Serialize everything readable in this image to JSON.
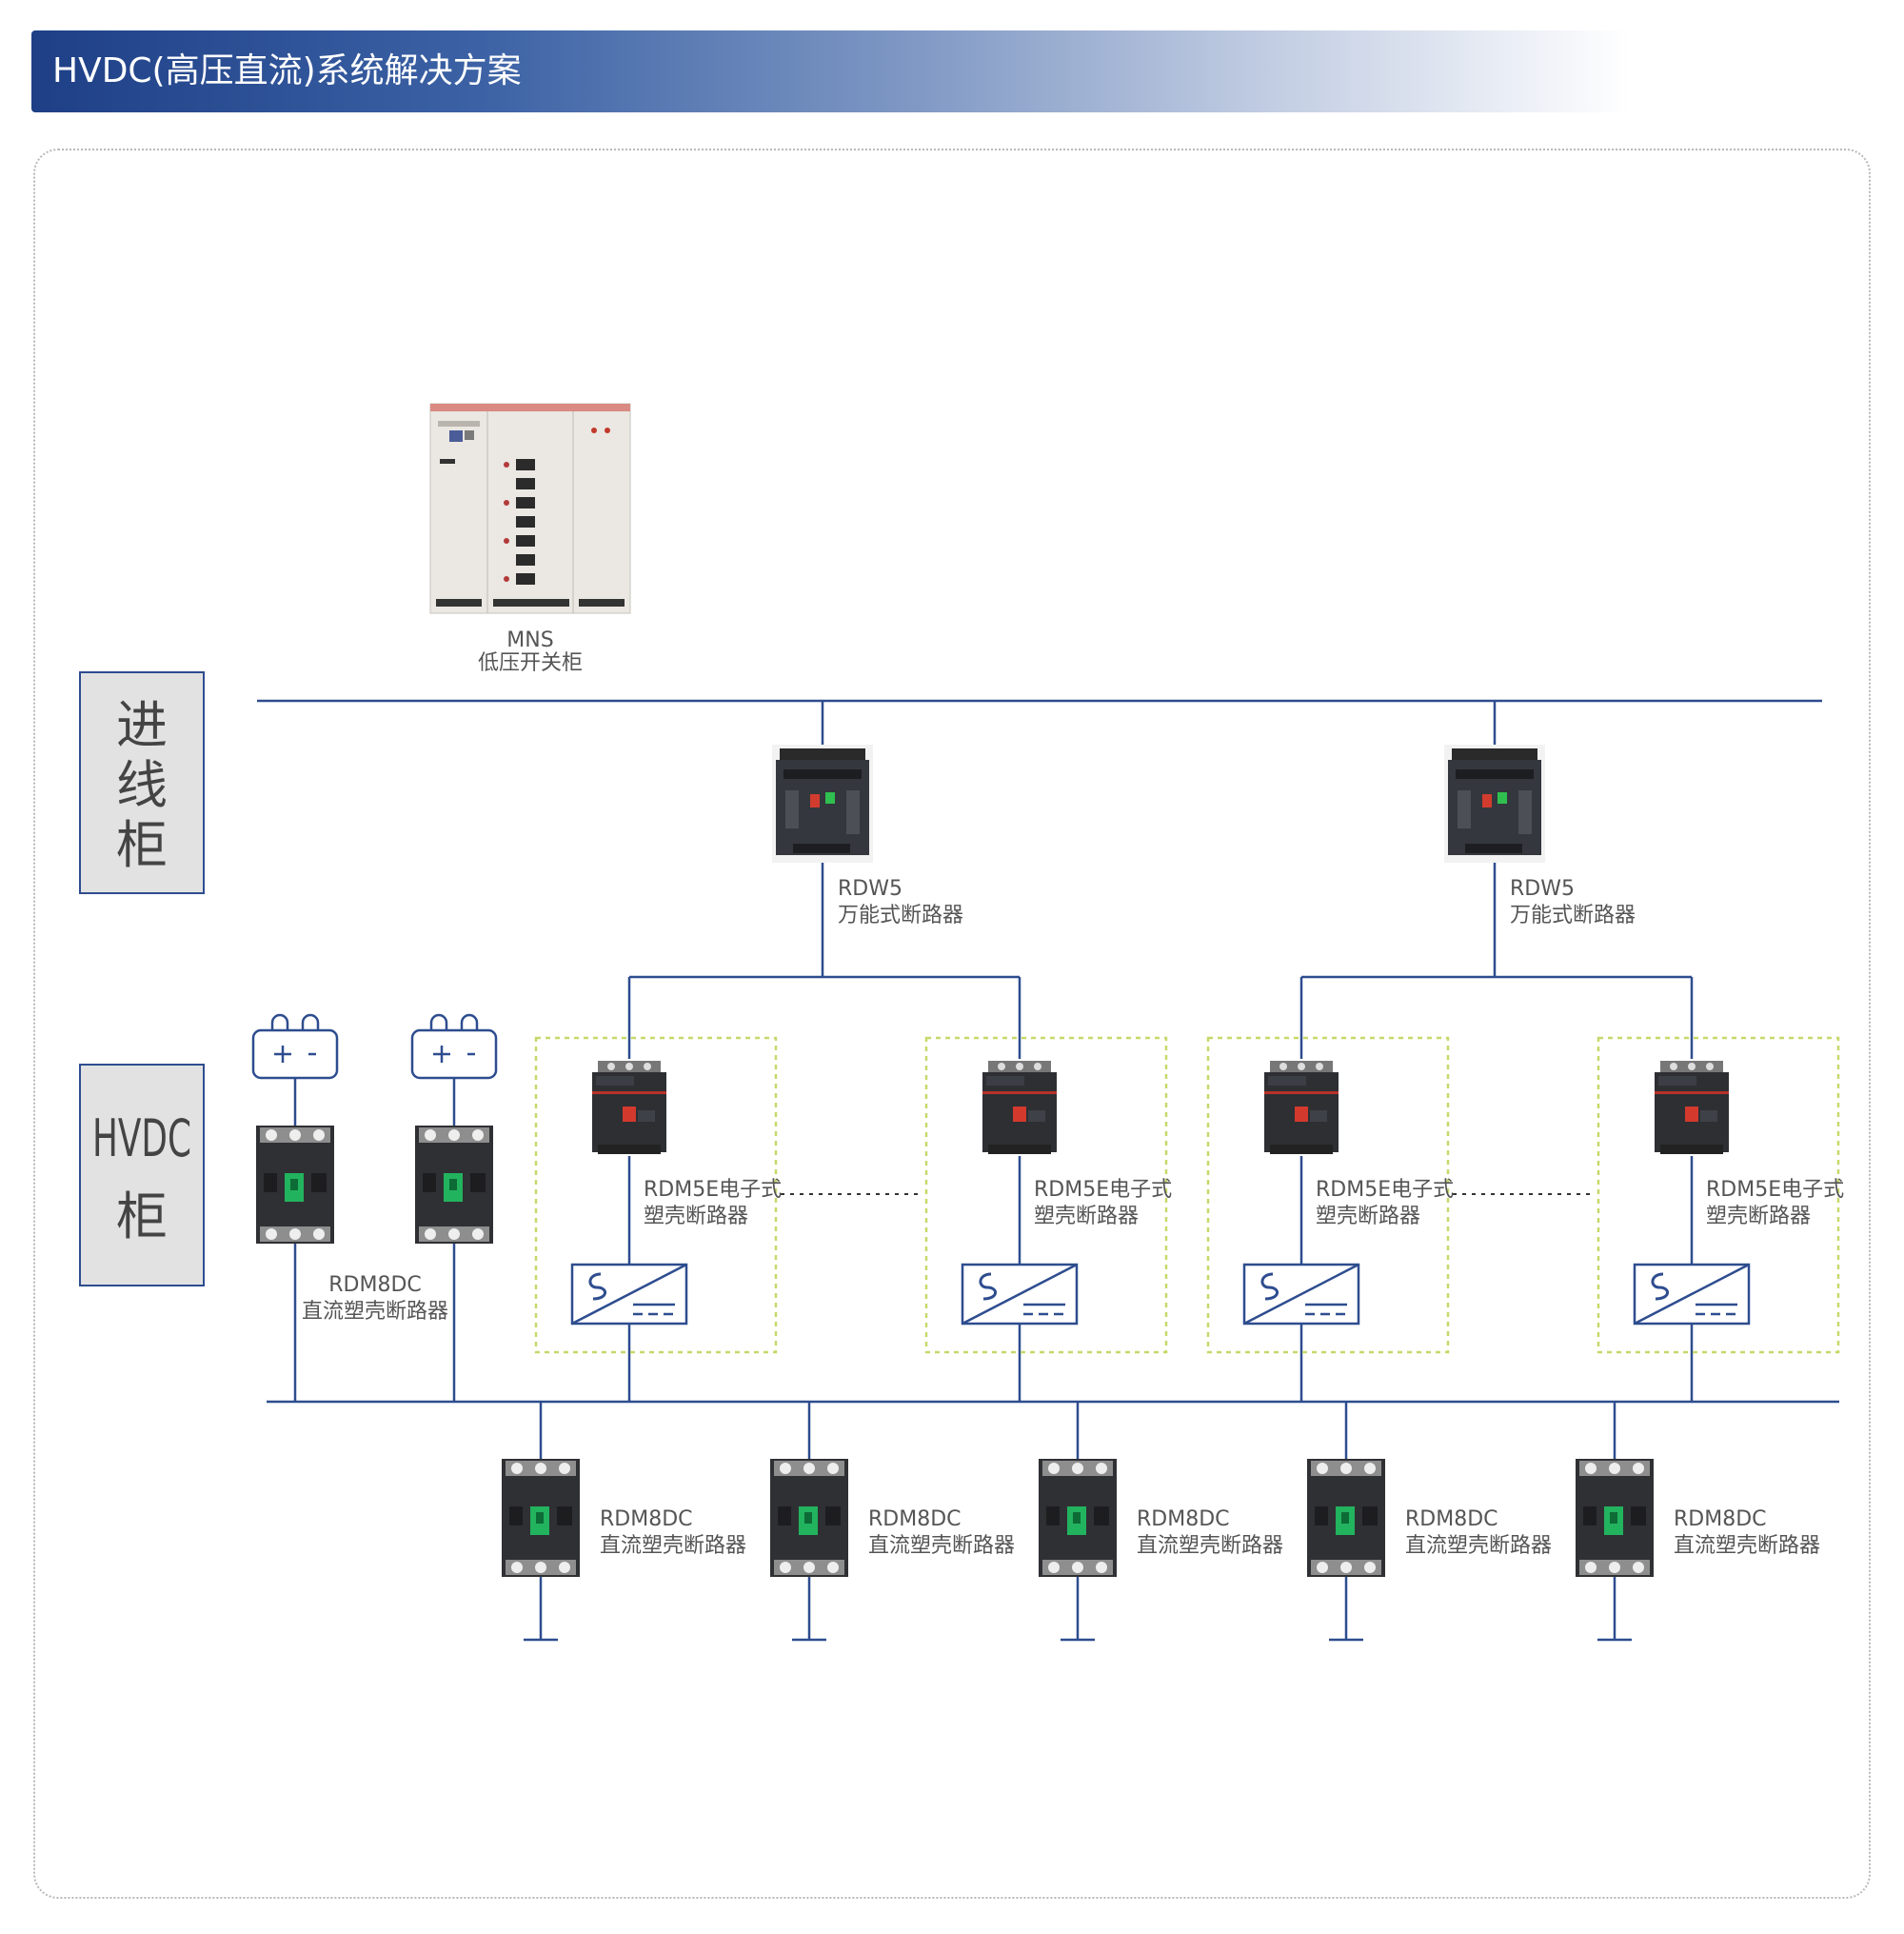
{
  "title": "HVDC(高压直流)系统解决方案",
  "colors": {
    "line": "#2e4d8f",
    "banner_dark": "#1e3f86",
    "dashed_box": "#c5d96a",
    "side_box_fill": "#e2e2e2"
  },
  "side_labels": {
    "incoming": [
      "进",
      "线",
      "柜"
    ],
    "hvdc": [
      "HVDC",
      "柜"
    ]
  },
  "cabinet": {
    "model": "MNS",
    "name": "低压开关柜"
  },
  "acb": {
    "model": "RDW5",
    "name": "万能式断路器"
  },
  "mccb": {
    "model": "RDM5E电子式",
    "name": "塑壳断路器"
  },
  "dc_breaker": {
    "model": "RDM8DC",
    "name": "直流塑壳断路器"
  },
  "battery": {
    "plus": "+",
    "minus": "-"
  },
  "icons": [
    "battery-icon",
    "rectifier-icon",
    "ground-icon",
    "switchgear-cabinet-image",
    "air-circuit-breaker-image",
    "molded-case-breaker-image",
    "dc-breaker-image"
  ]
}
